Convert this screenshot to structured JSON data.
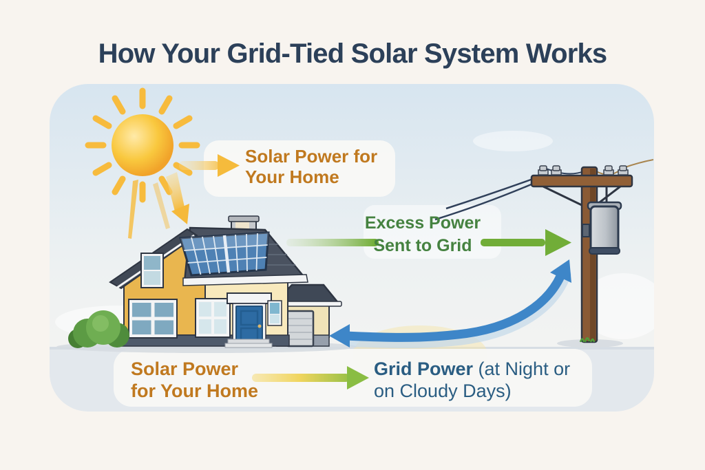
{
  "title": "How Your Grid-Tied Solar System Works",
  "labels": {
    "solar_top": "Solar Power for\nYour Home",
    "excess": "Excess Power\nSent to Grid",
    "solar_bottom": "Solar Power\nfor Your Home",
    "grid_bold": "Grid Power",
    "grid_rest": " (at Night or\non Cloudy Days)"
  },
  "illustration": {
    "elements": [
      "sun-icon",
      "house-with-rooftop-solar-panels",
      "utility-pole-with-transformer",
      "bushes",
      "power-lines"
    ],
    "flows": [
      {
        "name": "sun-to-home",
        "arrow_color": "#f5bb3c",
        "meaning": "Solar Power for Your Home"
      },
      {
        "name": "home-to-grid",
        "arrow_color": "#71ad38",
        "meaning": "Excess Power Sent to Grid"
      },
      {
        "name": "grid-to-home",
        "arrow_color": "#3e86c8",
        "meaning": "Grid Power (at Night or on Cloudy Days)"
      }
    ]
  },
  "colors": {
    "page_background": "#f8f4ef",
    "panel_sky": "#d7e5f0",
    "title_text": "#2c4059",
    "solar_label_orange": "#c0791f",
    "excess_label_green": "#458240",
    "grid_label_blue": "#2a5d82",
    "arrow_yellow": "#f5bb3c",
    "arrow_green": "#71ad38",
    "arrow_blue": "#3e86c8",
    "pole_brown": "#8a5a35",
    "house_wall_amber": "#e9b64f",
    "house_wall_cream": "#f8e9bd",
    "roof_gray": "#4a5260",
    "solar_panel_blue": "#4e81b4"
  }
}
